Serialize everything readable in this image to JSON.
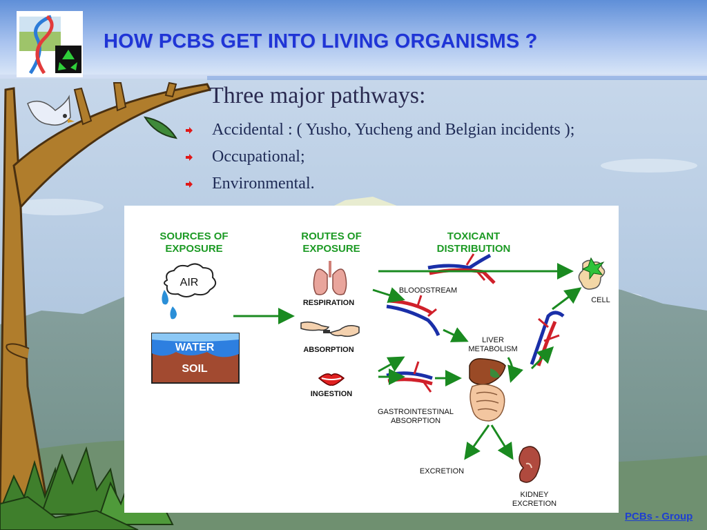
{
  "slide": {
    "title": "HOW PCBS GET INTO LIVING ORGANISMS ?",
    "lead": "Three major pathways:",
    "bullets": [
      "Accidental : ( Yusho, Yucheng and Belgian incidents );",
      "Occupational;",
      "Environmental."
    ],
    "footer": "PCBs - Group"
  },
  "diagram": {
    "headings": {
      "sources": [
        "SOURCES OF",
        "EXPOSURE"
      ],
      "routes": [
        "ROUTES OF",
        "EXPOSURE"
      ],
      "distribution": [
        "TOXICANT",
        "DISTRIBUTION"
      ]
    },
    "sources": {
      "air": "AIR",
      "water": "WATER",
      "soil": "SOIL"
    },
    "routes": {
      "respiration": "RESPIRATION",
      "absorption": "ABSORPTION",
      "ingestion": "INGESTION"
    },
    "distribution": {
      "bloodstream": "BLOODSTREAM",
      "cell": "CELL",
      "liver": [
        "LIVER",
        "METABOLISM"
      ],
      "gi": [
        "GASTROINTESTINAL",
        "ABSORPTION"
      ],
      "excretion": "EXCRETION",
      "kidney": [
        "KIDNEY",
        "EXCRETION"
      ]
    }
  },
  "colors": {
    "title": "#1f35d6",
    "heading_green": "#1c9a24",
    "arrow_green": "#1a8a20",
    "bullet_red": "#e01818"
  }
}
